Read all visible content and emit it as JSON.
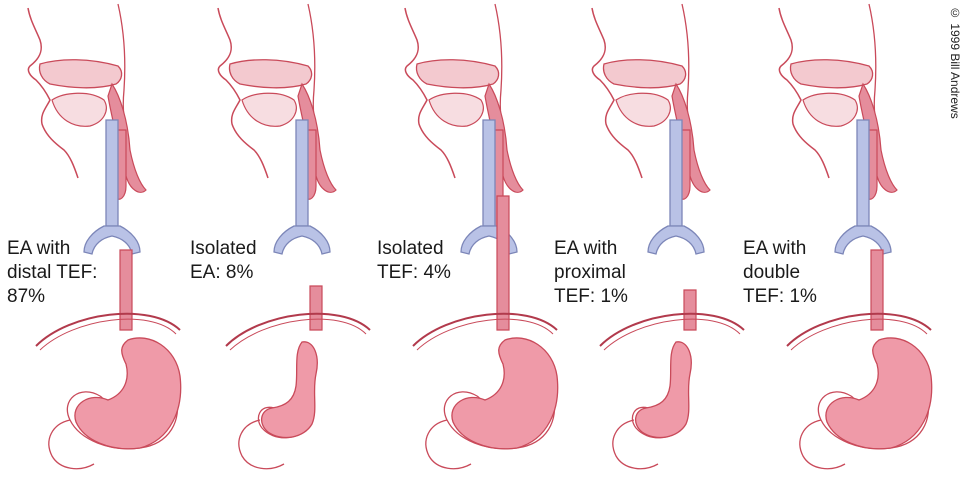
{
  "figure": {
    "credit": "© 1999 Bill Andrews",
    "panels": [
      {
        "id": "ea-distal-tef",
        "caption": "EA with\ndistal TEF:\n87%"
      },
      {
        "id": "isolated-ea",
        "caption": "Isolated\nEA: 8%"
      },
      {
        "id": "isolated-tef",
        "caption": "Isolated\nTEF: 4%"
      },
      {
        "id": "ea-proximal-tef",
        "caption": "EA with\nproximal\nTEF: 1%"
      },
      {
        "id": "ea-double-tef",
        "caption": "EA with\ndouble\nTEF: 1%"
      }
    ],
    "colors": {
      "outline": "#c94a5a",
      "tissue": "#f3c9cf",
      "tissue_dark": "#e58d9c",
      "stomach": "#ef9aa8",
      "trachea": "#b9c2e6",
      "trachea_outline": "#7c86b8",
      "diaphragm": "#b23a4c"
    }
  }
}
